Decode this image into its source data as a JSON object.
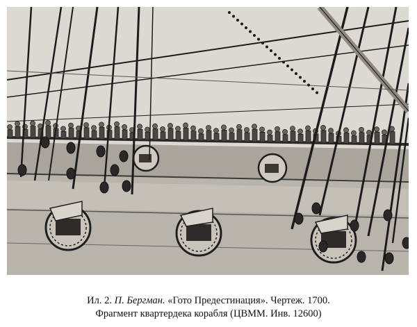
{
  "figure": {
    "alt": "",
    "tone": {
      "paper": "#d6d3cc",
      "ink": "#1e1e1e",
      "shade": "#8f8b84"
    }
  },
  "caption": {
    "line1_prefix": "Ил. 2.",
    "line1_author": "П. Бергман.",
    "line1_rest": "«Гото Предестинация». Чертеж. 1700.",
    "line2": "Фрагмент квартердека корабля (ЦВММ. Инв. 12600)"
  }
}
